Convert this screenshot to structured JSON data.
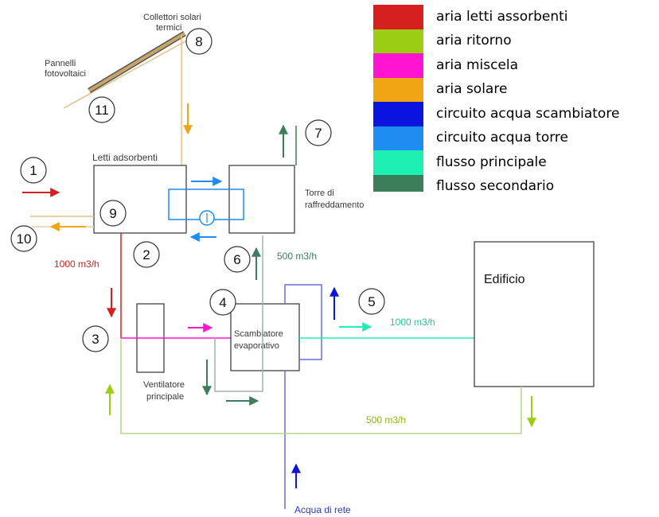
{
  "legend": [
    {
      "label": "aria letti assorbenti",
      "color": "#d62020"
    },
    {
      "label": "aria ritorno",
      "color": "#9acd14"
    },
    {
      "label": "aria miscela",
      "color": "#ff14d2"
    },
    {
      "label": "aria solare",
      "color": "#f0a514"
    },
    {
      "label": "circuito acqua scambiatore",
      "color": "#0a14dc"
    },
    {
      "label": "circuito acqua torre",
      "color": "#1e8cf0"
    },
    {
      "label": "flusso principale",
      "color": "#1ef0b4"
    },
    {
      "label": "flusso secondario",
      "color": "#3c7d5a"
    }
  ],
  "labels": {
    "collettori_line1": "Collettori solari",
    "collettori_line2": "termici",
    "pannelli_line1": "Pannelli",
    "pannelli_line2": "fotovoltaici",
    "letti": "Letti adsorbenti",
    "torre_line1": "Torre di",
    "torre_line2": "raffreddamento",
    "scambiatore_line1": "Scambiatore",
    "scambiatore_line2": "evaporativo",
    "ventilatore_line1": "Ventilatore",
    "ventilatore_line2": "principale",
    "edificio": "Edificio",
    "acqua_rete": "Acqua di rete",
    "flow_1000_red": "1000 m3/h",
    "flow_500_tower": "500 m3/h",
    "flow_1000_main": "1000 m3/h",
    "flow_500_return": "500 m3/h"
  },
  "nodes": [
    "1",
    "2",
    "3",
    "4",
    "5",
    "6",
    "7",
    "8",
    "9",
    "10",
    "11"
  ]
}
